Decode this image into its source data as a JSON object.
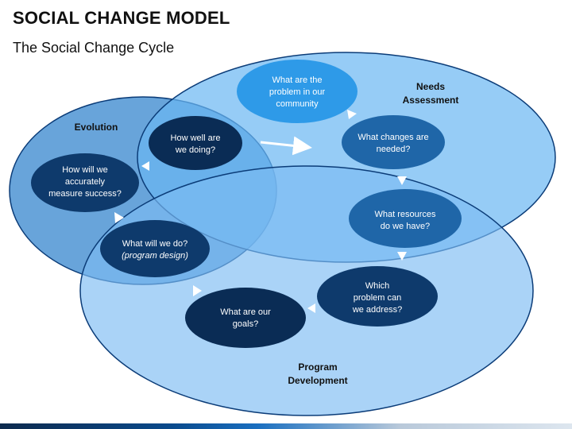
{
  "title": "SOCIAL CHANGE MODEL",
  "subtitle": "The Social Change Cycle",
  "colors": {
    "evolution_fill": "#4e94d3",
    "needs_fill": "#6ab6f2",
    "program_fill": "#7cbcf3",
    "outline": "#0b3c78",
    "light_bubble": "#2e9ae8",
    "mid_bubble": "#1f66a8",
    "dark_bubble": "#0e3a6c",
    "navy_bubble": "#0a2c55",
    "arrow": "#ffffff"
  },
  "regions": {
    "evolution": {
      "label": "Evolution"
    },
    "needs": {
      "label_line1": "Needs",
      "label_line2": "Assessment"
    },
    "program": {
      "label_line1": "Program",
      "label_line2": "Development"
    }
  },
  "bubbles": {
    "problem": {
      "lines": [
        "What are the",
        "problem in our",
        "community"
      ]
    },
    "changes": {
      "lines": [
        "What changes are",
        "needed?"
      ]
    },
    "resources": {
      "lines": [
        "What resources",
        "do we have?"
      ]
    },
    "address": {
      "lines": [
        "Which",
        "problem can",
        "we address?"
      ]
    },
    "goals": {
      "lines": [
        "What are our",
        "goals?"
      ]
    },
    "do": {
      "line1": "What will we do?",
      "line2": "(program design)"
    },
    "measure": {
      "lines": [
        "How will we",
        "accurately",
        "measure success?"
      ]
    },
    "doing": {
      "lines": [
        "How well are",
        "we doing?"
      ]
    }
  }
}
